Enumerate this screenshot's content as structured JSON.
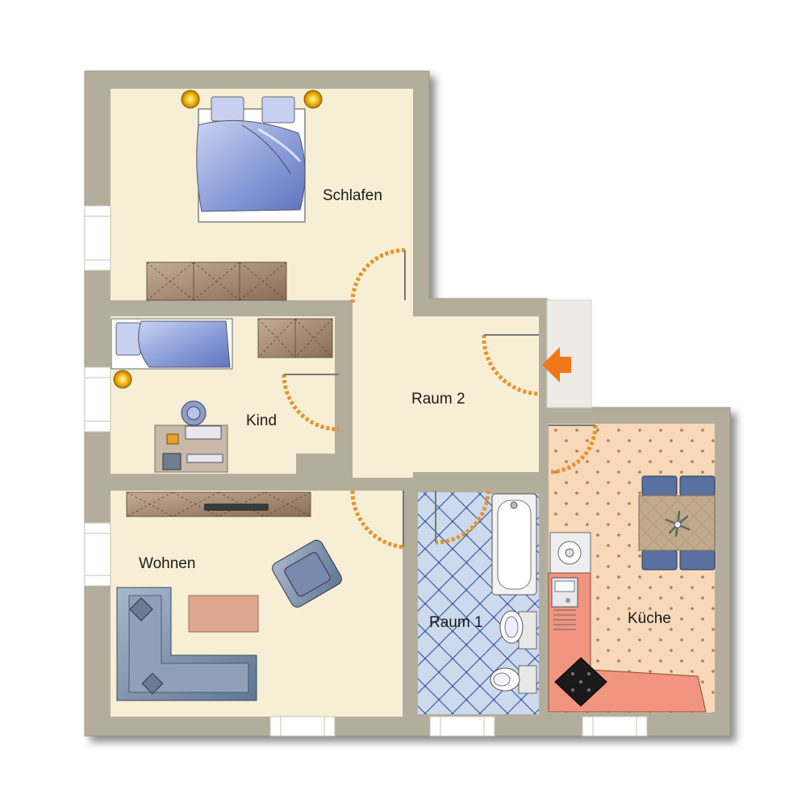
{
  "rooms": {
    "schlafen": "Schlafen",
    "kind": "Kind",
    "raum2": "Raum 2",
    "wohnen": "Wohnen",
    "raum1": "Raum 1",
    "kueche": "Küche"
  },
  "icons": {
    "entrance": "entrance-arrow-icon",
    "lamp": "lamp-icon",
    "door": "door-swing-icon",
    "plant": "plant-icon",
    "stove": "stove-icon"
  },
  "colors": {
    "wall": "#b5b09e",
    "floor": "#f7efd4",
    "bath_floor": "#c8d8ec",
    "kitchen_floor": "#f6d6b6",
    "door_arc": "#e8922a",
    "entrance_arrow": "#f07818",
    "cabinet": "#a08670",
    "bed": "#8fa0d8",
    "sofa": "#7e93b0"
  }
}
